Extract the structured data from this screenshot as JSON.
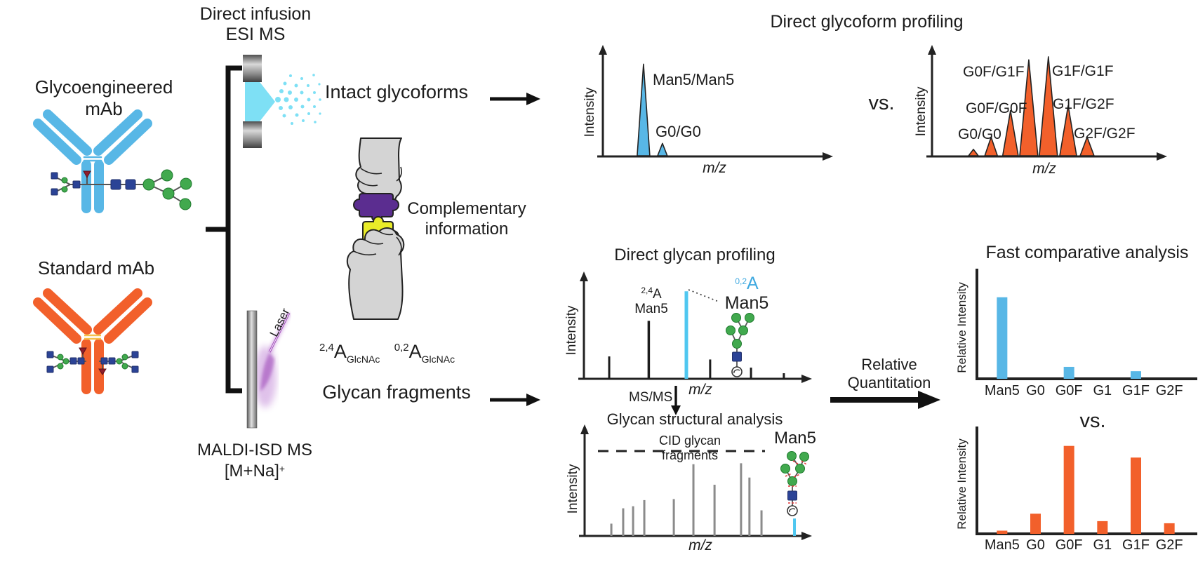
{
  "colors": {
    "blue": "#58b7e6",
    "orange": "#f2602b",
    "cyan_peak": "#4fc7f0",
    "spray": "#7ee0f5",
    "purple": "#5b2d90",
    "yellow": "#e9ec28",
    "green": "#41a94e",
    "navy": "#2b4396",
    "hand": "#d4d4d4",
    "laser": "#a44fc4",
    "gray_peak": "#8b8b8b",
    "ink": "#1c1c1c"
  },
  "left": {
    "esi_title_line1": "Direct infusion",
    "esi_title_line2": "ESI MS",
    "glyco_mab_label": "Glycoengineered mAb",
    "standard_mab_label": "Standard mAb",
    "maldi_title_line1": "MALDI-ISD MS",
    "maldi_title_line2_main": "[M+Na]",
    "maldi_title_line2_sup": "+",
    "laser_label": "Laser"
  },
  "middle": {
    "intact_label": "Intact glycoforms",
    "complementary_line1": "Complementary",
    "complementary_line2": "information",
    "notation": {
      "sup1": "2,4",
      "base1": "A",
      "sub1": "GlcNAc",
      "sup2": "0,2",
      "base2": "A",
      "sub2": "GlcNAc"
    },
    "glycan_fragments_label": "Glycan fragments",
    "msms_label": "MS/MS"
  },
  "profiling": {
    "title": "Direct glycoform profiling",
    "vs": "vs."
  },
  "glycan_profiling": {
    "title": "Direct glycan profiling",
    "peak_a_sup": "2,4",
    "peak_a_base": "A",
    "peak_a_name": "Man5",
    "peak_b_sup": "0,2",
    "peak_b_base": "A",
    "peak_b_name": "Man5"
  },
  "structural": {
    "title": "Glycan structural analysis"
  },
  "comparative": {
    "title": "Fast comparative analysis",
    "vs": "vs.",
    "rq_line1": "Relative",
    "rq_line2": "Quantitation"
  },
  "chart_data": [
    {
      "id": "glycoform-profile-glyco",
      "type": "peaks",
      "color_key": "blue",
      "xlabel": "m/z",
      "ylabel": "Intensity",
      "peaks": [
        {
          "x": 0.193,
          "w": 0.03,
          "h": 0.92,
          "label": "Man5/Man5"
        },
        {
          "x": 0.283,
          "w": 0.023,
          "h": 0.13,
          "label": "G0/G0"
        }
      ]
    },
    {
      "id": "glycoform-profile-standard",
      "type": "peaks",
      "color_key": "orange",
      "xlabel": "m/z",
      "ylabel": "Intensity",
      "peaks": [
        {
          "x": 0.19,
          "w": 0.023,
          "h": 0.07,
          "label": "G0/G0"
        },
        {
          "x": 0.274,
          "w": 0.03,
          "h": 0.19
        },
        {
          "x": 0.366,
          "w": 0.037,
          "h": 0.45,
          "label": "G0F/G0F"
        },
        {
          "x": 0.453,
          "w": 0.043,
          "h": 0.95,
          "label": "G0F/G1F"
        },
        {
          "x": 0.546,
          "w": 0.043,
          "h": 0.98,
          "label": "G1F/G1F"
        },
        {
          "x": 0.64,
          "w": 0.04,
          "h": 0.5,
          "label": "G1F/G2F"
        },
        {
          "x": 0.73,
          "w": 0.033,
          "h": 0.19,
          "label": "G2F/G2F"
        }
      ]
    },
    {
      "id": "glycan-profile",
      "type": "sticks",
      "xlabel": "m/z",
      "ylabel": "Intensity",
      "sticks": [
        {
          "x": 0.117,
          "h": 0.22,
          "color": "#1c1c1c",
          "w": 3
        },
        {
          "x": 0.3,
          "h": 0.57,
          "color": "#1c1c1c",
          "w": 3.5
        },
        {
          "x": 0.474,
          "h": 0.86,
          "color": "#4fc7f0",
          "w": 5
        },
        {
          "x": 0.584,
          "h": 0.19,
          "color": "#1c1c1c",
          "w": 3
        },
        {
          "x": 0.773,
          "h": 0.11,
          "color": "#1c1c1c",
          "w": 3
        },
        {
          "x": 0.925,
          "h": 0.055,
          "color": "#1c1c1c",
          "w": 3
        }
      ]
    },
    {
      "id": "glycan-structural",
      "type": "sticks",
      "xlabel": "m/z",
      "ylabel": "Intensity",
      "annotation": "CID glycan fragments",
      "glycan_label": "Man5",
      "sticks": [
        {
          "x": 0.124,
          "h": 0.12
        },
        {
          "x": 0.179,
          "h": 0.27
        },
        {
          "x": 0.225,
          "h": 0.29
        },
        {
          "x": 0.277,
          "h": 0.35
        },
        {
          "x": 0.414,
          "h": 0.36
        },
        {
          "x": 0.505,
          "h": 0.7
        },
        {
          "x": 0.603,
          "h": 0.5
        },
        {
          "x": 0.726,
          "h": 0.71
        },
        {
          "x": 0.765,
          "h": 0.57
        },
        {
          "x": 0.821,
          "h": 0.25
        },
        {
          "x": 0.974,
          "h": 0.17,
          "color": "#4fc7f0",
          "w": 4
        }
      ]
    },
    {
      "id": "comparative-glyco",
      "type": "bar",
      "color_key": "blue",
      "ylabel": "Relative Intensity",
      "categories": [
        "Man5",
        "G0",
        "G0F",
        "G1",
        "G1F",
        "G2F"
      ],
      "values": [
        0.75,
        0,
        0.11,
        0,
        0.07,
        0
      ]
    },
    {
      "id": "comparative-standard",
      "type": "bar",
      "color_key": "orange",
      "ylabel": "Relative Intensity",
      "categories": [
        "Man5",
        "G0",
        "G0F",
        "G1",
        "G1F",
        "G2F"
      ],
      "values": [
        0.03,
        0.19,
        0.83,
        0.12,
        0.72,
        0.1
      ]
    }
  ]
}
